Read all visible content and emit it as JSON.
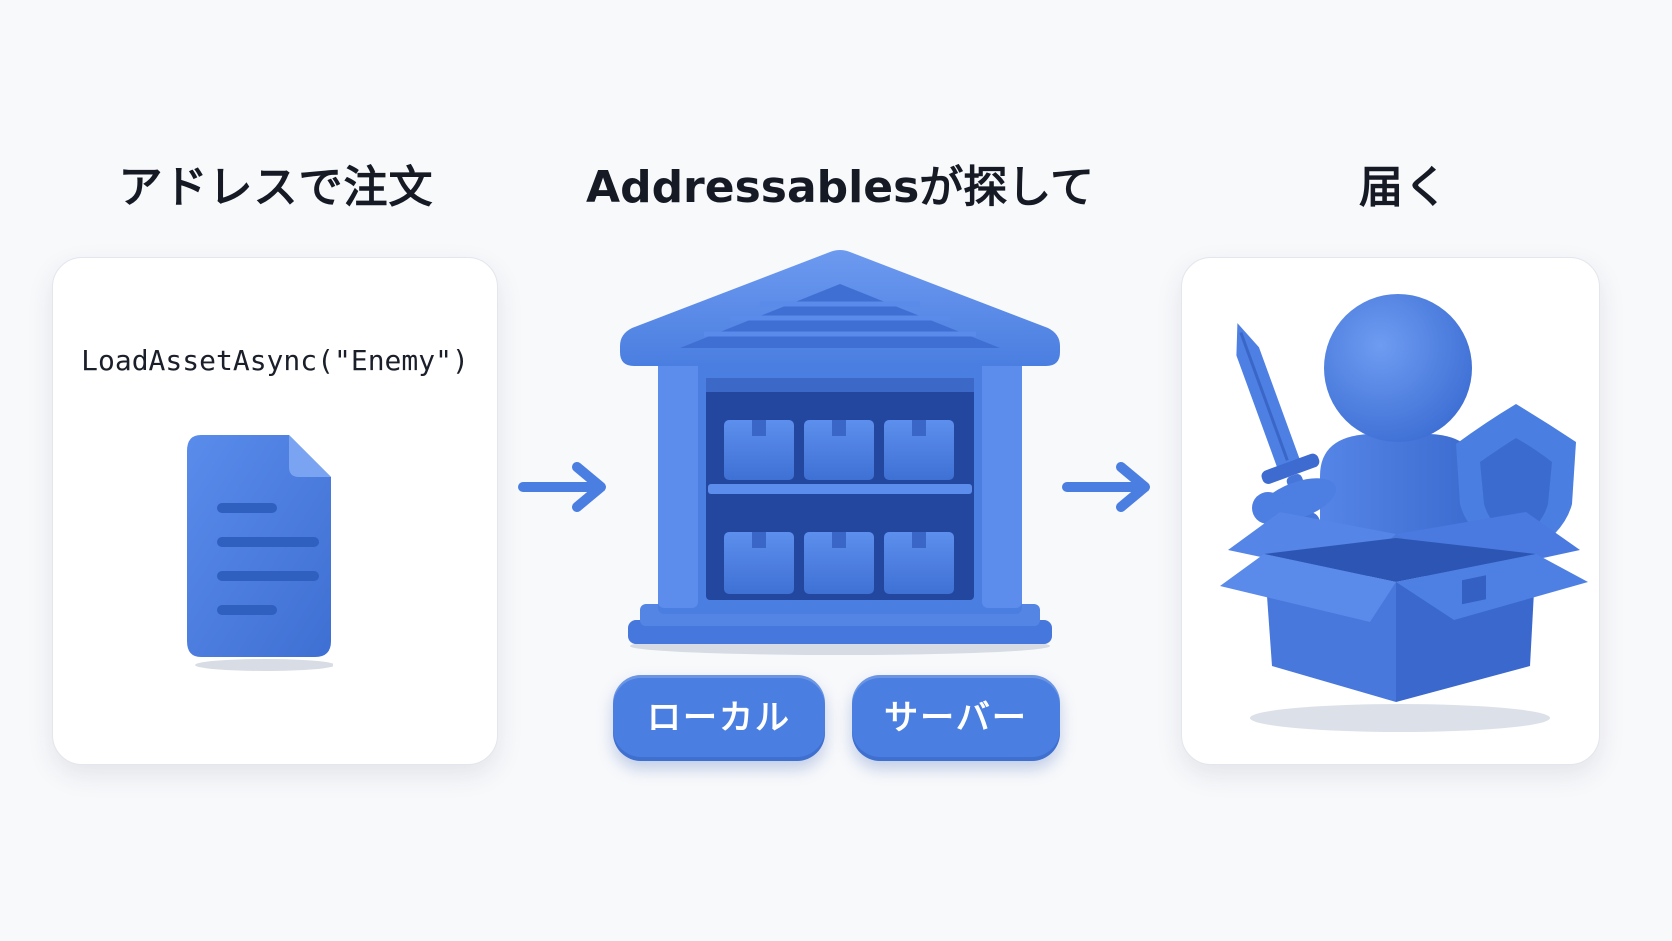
{
  "steps": [
    {
      "heading": "アドレスで注文"
    },
    {
      "heading": "Addressablesが探して"
    },
    {
      "heading": "届く"
    }
  ],
  "order_card": {
    "code": "LoadAssetAsync(\"Enemy\")",
    "icon": "document-icon"
  },
  "warehouse": {
    "icon": "warehouse-icon",
    "sources": [
      "ローカル",
      "サーバー"
    ]
  },
  "delivery": {
    "icon": "character-in-box-icon"
  },
  "arrows": [
    "arrow-right-icon",
    "arrow-right-icon"
  ],
  "colors": {
    "accent": "#4a7ee0",
    "dark_accent": "#2f5fbf",
    "heading_text": "#161a24",
    "background": "#f8f9fb"
  }
}
